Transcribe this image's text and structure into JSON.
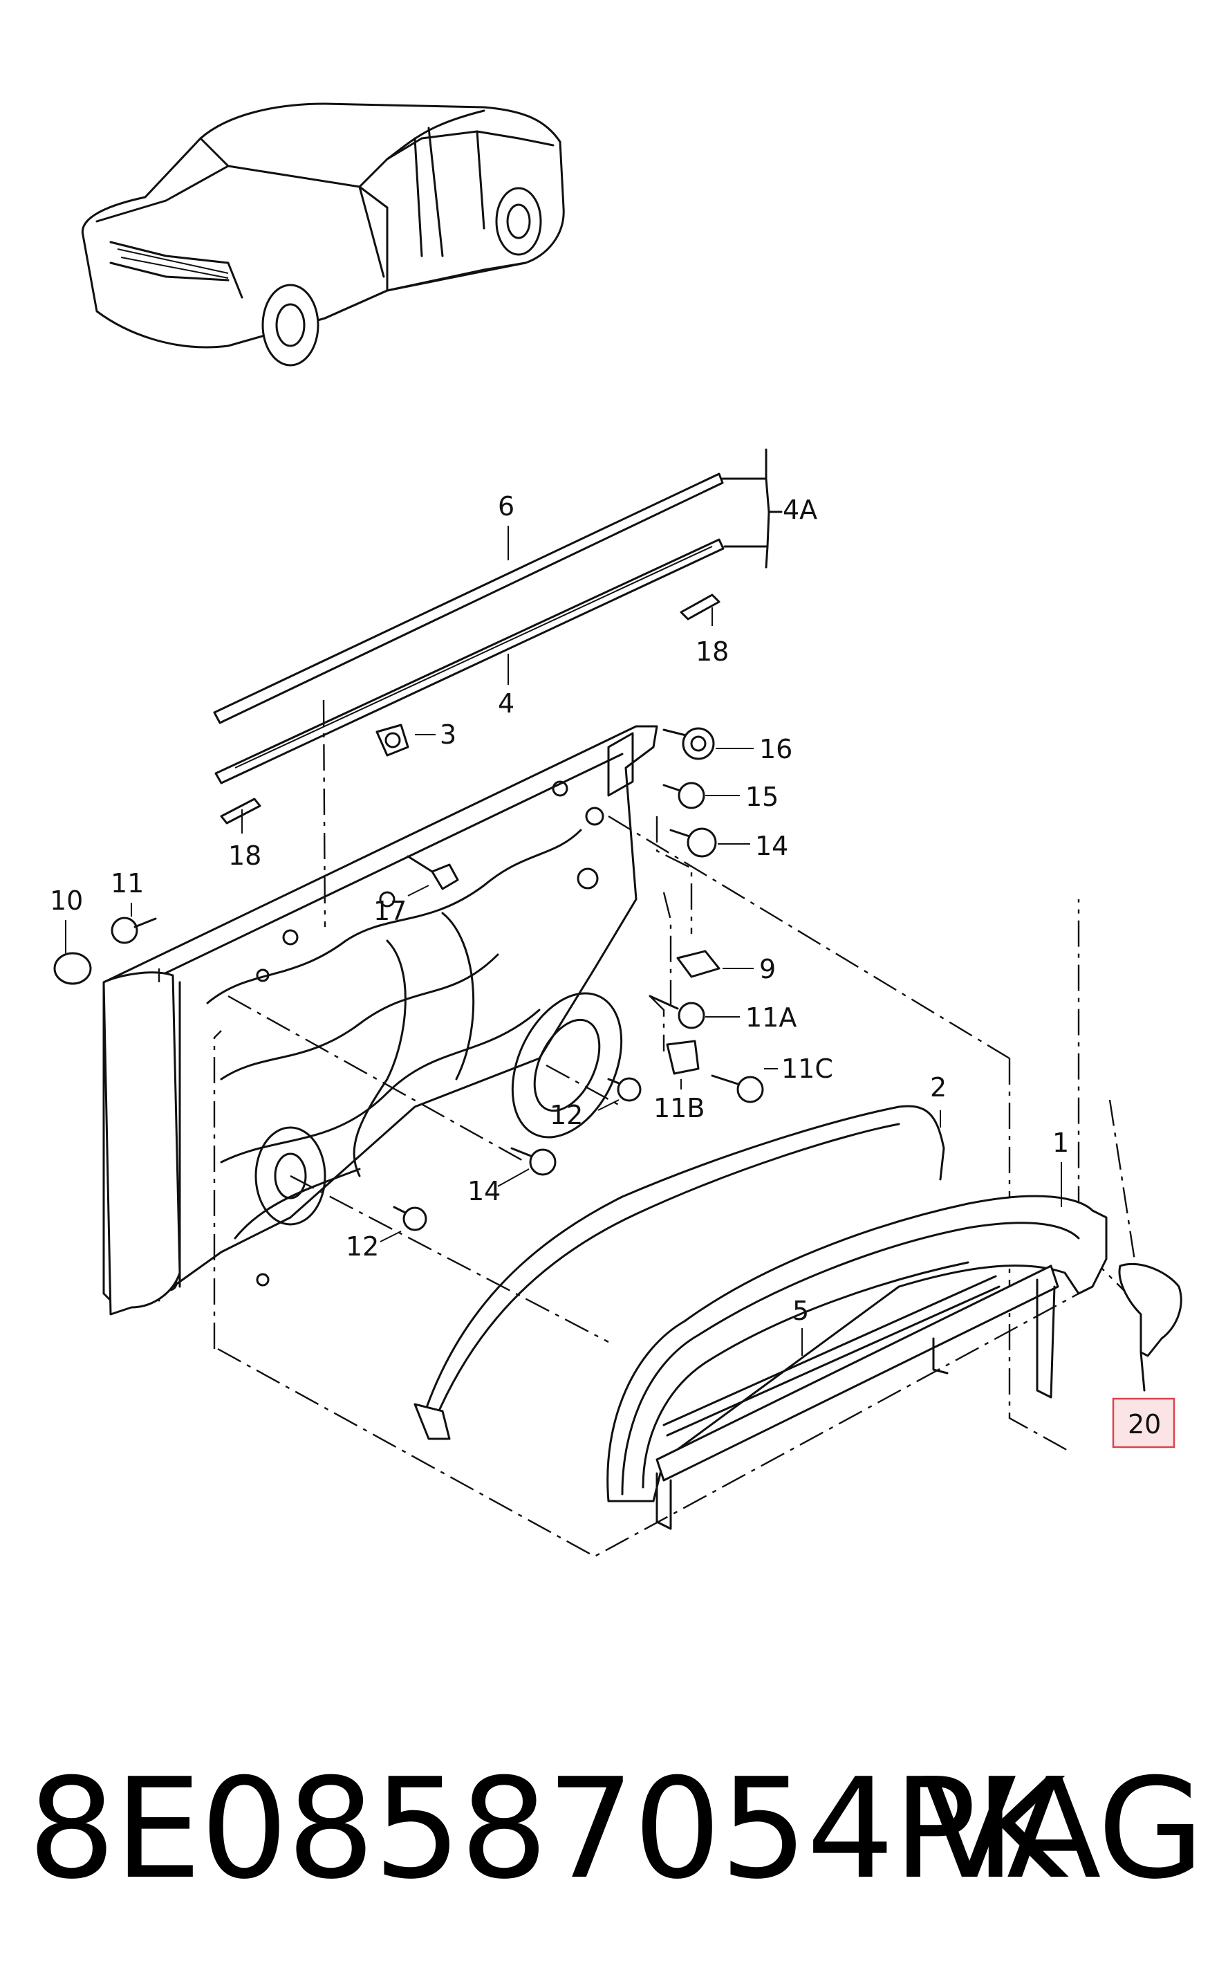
{
  "callouts": {
    "c6": "6",
    "c4A": "4A",
    "c18a": "18",
    "c4": "4",
    "c3": "3",
    "c16": "16",
    "c15": "15",
    "c14a": "14",
    "c18b": "18",
    "c11": "11",
    "c10": "10",
    "c17": "17",
    "c9": "9",
    "c11A": "11A",
    "c11C": "11C",
    "c11B": "11B",
    "c12a": "12",
    "c2": "2",
    "c1": "1",
    "c14b": "14",
    "c12b": "12",
    "c5": "5",
    "c20": "20"
  },
  "highlight_color": "#d9434f",
  "highlight_fill": "#fbe4e6",
  "footer": {
    "part_number": "8E08587054PK",
    "brand": "VAG"
  }
}
